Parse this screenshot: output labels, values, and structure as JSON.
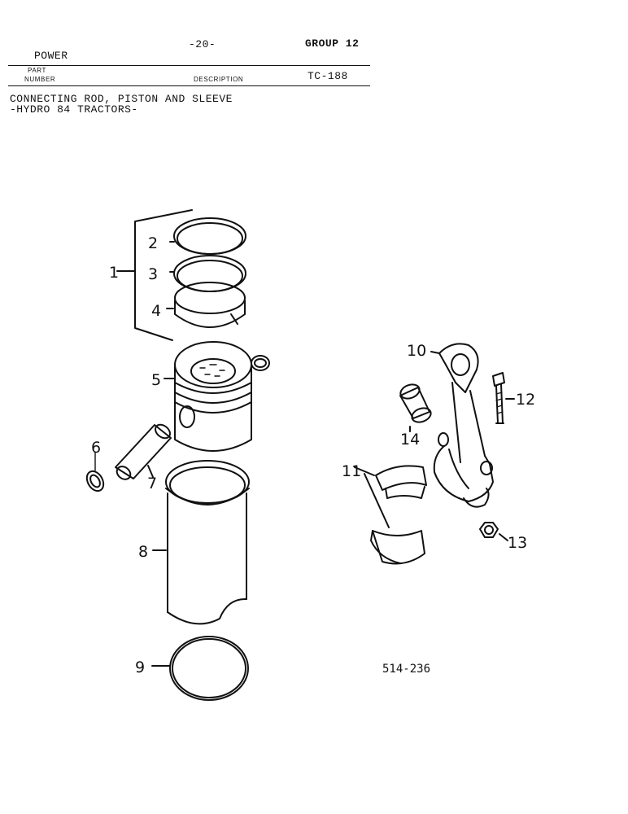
{
  "header": {
    "section": "POWER",
    "page": "-20-",
    "group": "GROUP 12",
    "col_part_line1": "PART",
    "col_part_line2": "NUMBER",
    "col_description": "DESCRIPTION",
    "ref": "TC-188"
  },
  "title": {
    "line1": "CONNECTING ROD, PISTON AND SLEEVE",
    "line2": "-HYDRO 84 TRACTORS-"
  },
  "callouts": {
    "c1": "1",
    "c2": "2",
    "c3": "3",
    "c4": "4",
    "c5": "5",
    "c6": "6",
    "c7": "7",
    "c8": "8",
    "c9": "9",
    "c10": "10",
    "c11": "11",
    "c12": "12",
    "c13": "13",
    "c14": "14"
  },
  "figure_id": "514-236"
}
